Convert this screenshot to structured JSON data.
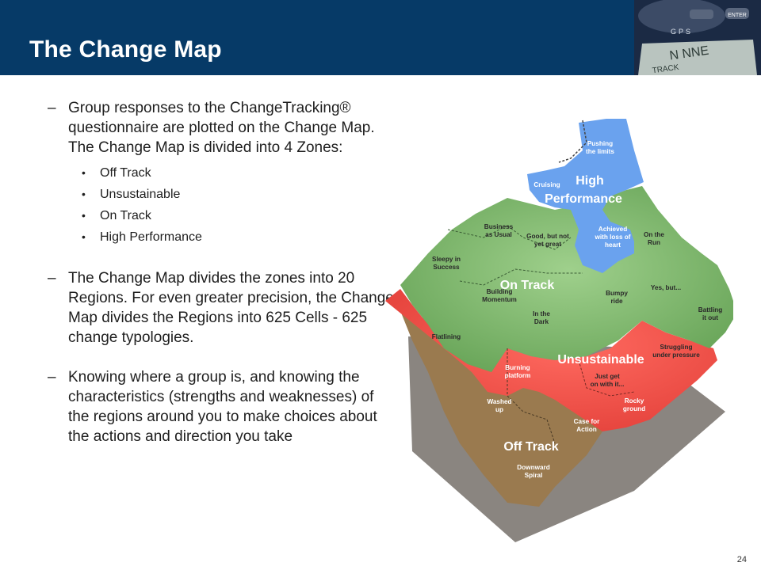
{
  "slide": {
    "title": "The Change Map",
    "page_number": "24"
  },
  "body": {
    "dash": "–",
    "bullet": "•",
    "para1": "Group responses to the ChangeTracking® questionnaire are plotted on the Change Map. The Change Map is divided into 4 Zones:",
    "zones_list": [
      "Off Track",
      "Unsustainable",
      "On Track",
      "High Performance"
    ],
    "para2": "The Change Map divides the zones into 20 Regions. For even greater precision, the Change Map divides the Regions into 625 Cells - 625 change typologies.",
    "para3": "Knowing where a group is, and knowing the characteristics (strengths and weaknesses) of the regions around you to make choices about the actions and direction you take"
  },
  "map": {
    "zones": {
      "high_1": "High",
      "high_2": "Performance",
      "on_track": "On Track",
      "unsustainable": "Unsustainable",
      "off_track": "Off Track"
    },
    "regions": {
      "pushing_1": "Pushing",
      "pushing_2": "the limits",
      "cruising": "Cruising",
      "business_1": "Business",
      "business_2": "as Usual",
      "good_1": "Good, but not",
      "good_2": "yet great",
      "achieved_1": "Achieved",
      "achieved_2": "with loss of",
      "achieved_3": "heart",
      "onrun_1": "On the",
      "onrun_2": "Run",
      "sleepy_1": "Sleepy in",
      "sleepy_2": "Success",
      "building_1": "Building",
      "building_2": "Momentum",
      "bumpy_1": "Bumpy",
      "bumpy_2": "ride",
      "yesbut": "Yes, but...",
      "inthedark_1": "In the",
      "inthedark_2": "Dark",
      "battling_1": "Battling",
      "battling_2": "it out",
      "flatlining": "Flatlining",
      "struggling_1": "Struggling",
      "struggling_2": "under pressure",
      "burning_1": "Burning",
      "burning_2": "platform",
      "justget_1": "Just get",
      "justget_2": "on with it...",
      "washed_1": "Washed",
      "washed_2": "up",
      "rocky_1": "Rocky",
      "rocky_2": "ground",
      "casefor_1": "Case for",
      "casefor_2": "Action",
      "downward_1": "Downward",
      "downward_2": "Spiral"
    }
  },
  "gps": {
    "label": "GPS",
    "line1": "N  NNE",
    "line2": "TRACK"
  },
  "colors": {
    "header": "#063a67",
    "high_performance": "#6aa2ee",
    "on_track": "#7cb46a",
    "unsustainable": "#f25750",
    "off_track": "#9a7a4f",
    "shadow": "#8a8580"
  }
}
